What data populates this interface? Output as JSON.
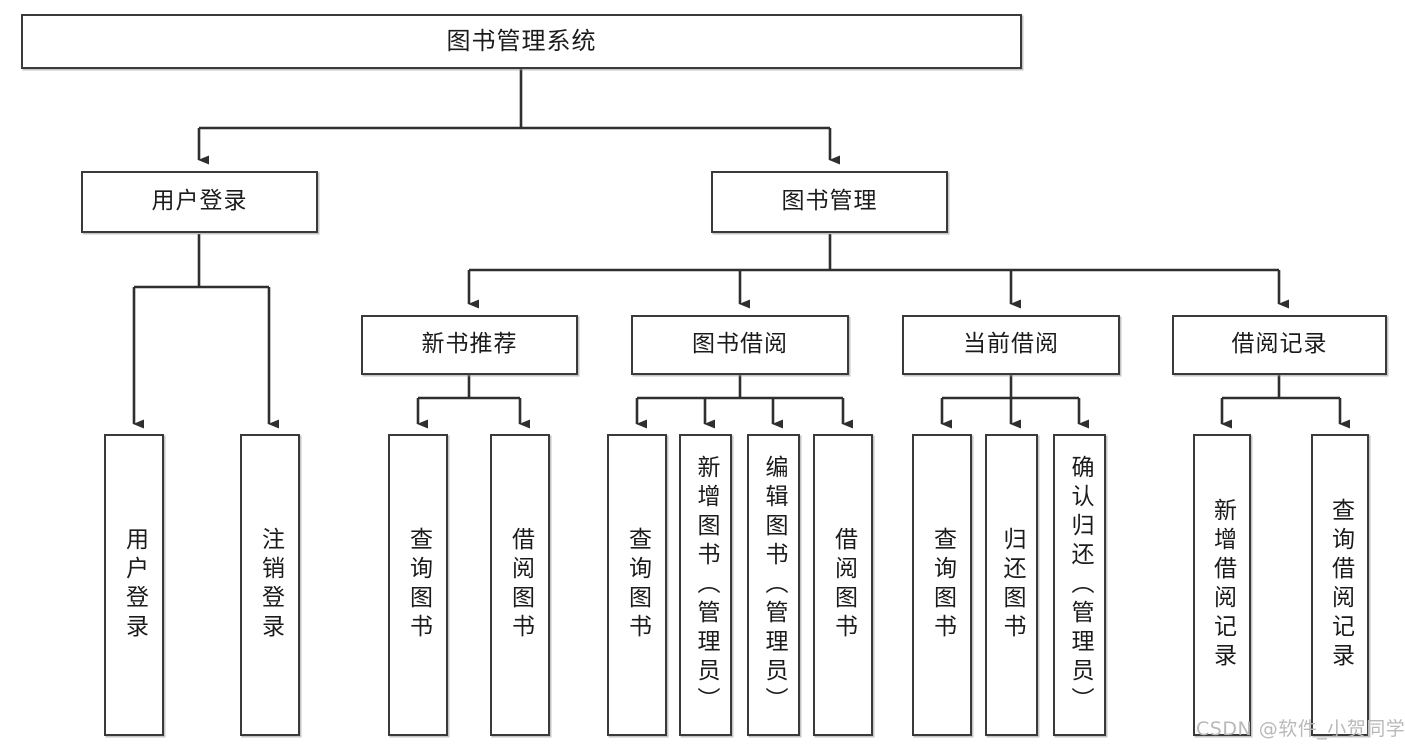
{
  "diagram": {
    "type": "tree-structure-chart",
    "title": "图书管理系统",
    "root": {
      "label": "图书管理系统"
    },
    "level2": [
      {
        "label": "用户登录"
      },
      {
        "label": "图书管理"
      }
    ],
    "level3": [
      {
        "label": "新书推荐"
      },
      {
        "label": "图书借阅"
      },
      {
        "label": "当前借阅"
      },
      {
        "label": "借阅记录"
      }
    ],
    "leaves": {
      "user_login": [
        {
          "label": "用户登录"
        },
        {
          "label": "注销登录"
        }
      ],
      "new_book_recommend": [
        {
          "label": "查询图书"
        },
        {
          "label": "借阅图书"
        }
      ],
      "book_borrow": [
        {
          "label": "查询图书"
        },
        {
          "label": "新增图书（管理员）"
        },
        {
          "label": "编辑图书（管理员）"
        },
        {
          "label": "借阅图书"
        }
      ],
      "current_borrow": [
        {
          "label": "查询图书"
        },
        {
          "label": "归还图书"
        },
        {
          "label": "确认归还（管理员）"
        }
      ],
      "borrow_record": [
        {
          "label": "新增借阅记录"
        },
        {
          "label": "查询借阅记录"
        }
      ]
    }
  },
  "watermark": {
    "text": "CSDN @软件_小贺同学"
  },
  "colors": {
    "background": "#ffffff",
    "node_border": "#3a3a3a",
    "node_fill": "#ffffff",
    "text": "#1b1b1b",
    "edge": "#2f2f2f",
    "watermark": "#b9b9b9"
  }
}
